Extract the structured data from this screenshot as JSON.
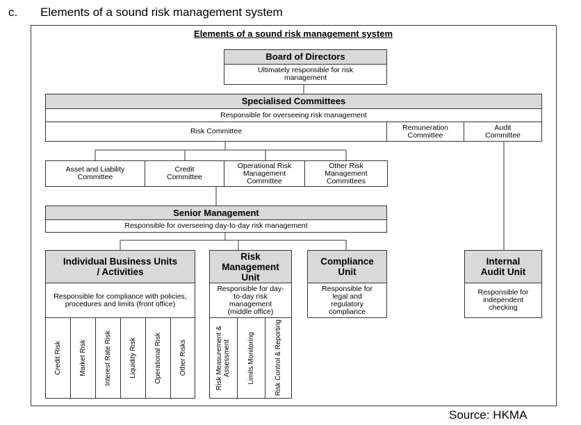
{
  "heading": {
    "letter": "c.",
    "text": "Elements of a sound risk management system"
  },
  "diagram": {
    "title": "Elements of a sound risk management system",
    "board": {
      "title": "Board of Directors",
      "desc": "Ultimately responsible for risk management"
    },
    "committees": {
      "title": "Specialised Committees",
      "desc": "Responsible for overseeing risk management",
      "risk": "Risk Committee",
      "remuneration": "Remuneration Committee",
      "audit": "Audit Committee"
    },
    "subcommittees": [
      "Asset and Liability Committee",
      "Credit Committee",
      "Operational Risk Management Committee",
      "Other Risk Management Committees"
    ],
    "senior": {
      "title": "Senior Management",
      "desc": "Responsible for overseeing day-to-day risk management"
    },
    "business": {
      "title": "Individual Business Units / Activities",
      "desc": "Responsible for compliance with policies, procedures and limits (front office)",
      "risks": [
        "Credit Risk",
        "Market Risk",
        "Interest Rate Risk",
        "Liquidity Risk",
        "Operational Risk",
        "Other Risks"
      ]
    },
    "riskunit": {
      "title": "Risk Management Unit",
      "desc": "Responsible for day-to-day risk management (middle office)",
      "functions": [
        "Risk Measurement & Assessment",
        "Limits Monitoring",
        "Risk Control & Reporting"
      ]
    },
    "compliance": {
      "title": "Compliance Unit",
      "desc": "Responsible for legal and regulatory compliance"
    },
    "internal": {
      "title": "Internal Audit Unit",
      "desc": "Responsible for independent checking"
    }
  },
  "source": "Source: HKMA"
}
